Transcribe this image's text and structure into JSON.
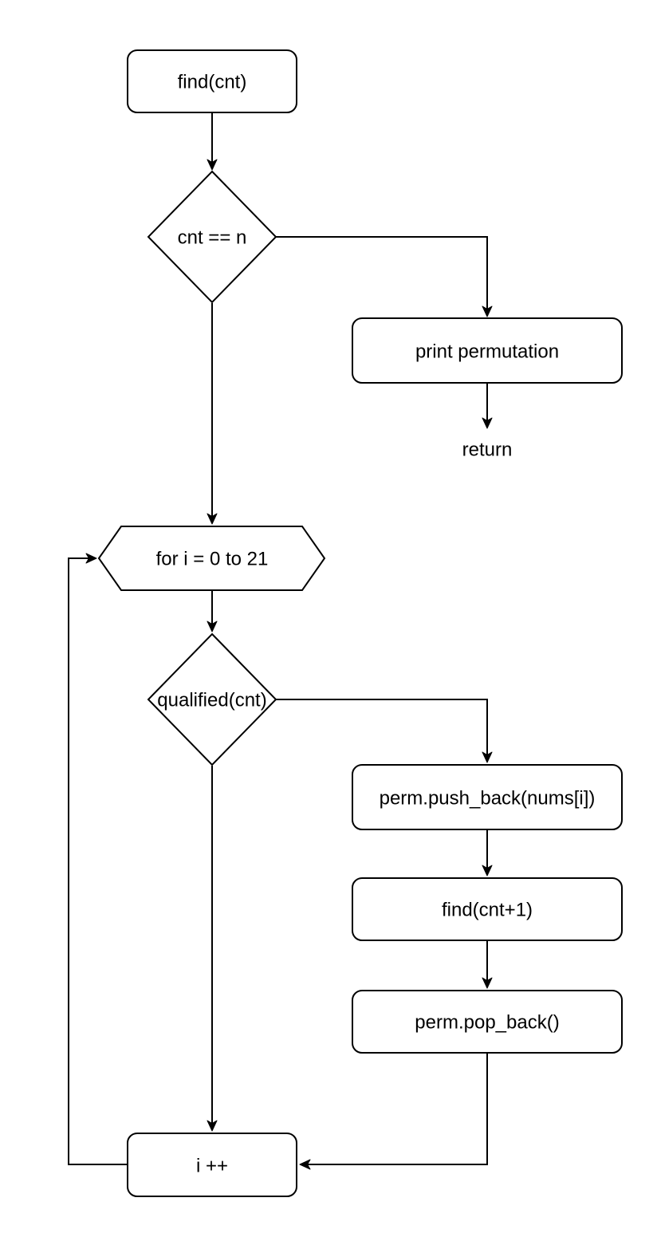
{
  "flowchart": {
    "kind": "flowchart",
    "colors": {
      "background": "#ffffff",
      "node_fill": "#ffffff",
      "stroke": "#000000",
      "text": "#000000"
    },
    "nodes": {
      "find": {
        "label": "find(cnt)",
        "shape": "rounded-rect"
      },
      "cnt_check": {
        "label": "cnt == n",
        "shape": "diamond"
      },
      "print_permutation": {
        "label": "print permutation",
        "shape": "rounded-rect"
      },
      "return_terminal": {
        "label": "return",
        "shape": "plain-text"
      },
      "for_loop": {
        "label": "for i = 0 to 21",
        "shape": "hexagon"
      },
      "qualified_check": {
        "label": "qualified(cnt)",
        "shape": "diamond"
      },
      "push_back": {
        "label": "perm.push_back(nums[i])",
        "shape": "rounded-rect"
      },
      "find_next": {
        "label": "find(cnt+1)",
        "shape": "rounded-rect"
      },
      "pop_back": {
        "label": "perm.pop_back()",
        "shape": "rounded-rect"
      },
      "increment": {
        "label": "i ++",
        "shape": "rounded-rect"
      }
    },
    "edges": [
      {
        "from": "find",
        "to": "cnt_check"
      },
      {
        "from": "cnt_check",
        "to": "print_permutation"
      },
      {
        "from": "print_permutation",
        "to": "return_terminal"
      },
      {
        "from": "cnt_check",
        "to": "for_loop"
      },
      {
        "from": "for_loop",
        "to": "qualified_check"
      },
      {
        "from": "qualified_check",
        "to": "push_back"
      },
      {
        "from": "push_back",
        "to": "find_next"
      },
      {
        "from": "find_next",
        "to": "pop_back"
      },
      {
        "from": "pop_back",
        "to": "increment"
      },
      {
        "from": "qualified_check",
        "to": "increment"
      },
      {
        "from": "increment",
        "to": "for_loop"
      }
    ]
  }
}
